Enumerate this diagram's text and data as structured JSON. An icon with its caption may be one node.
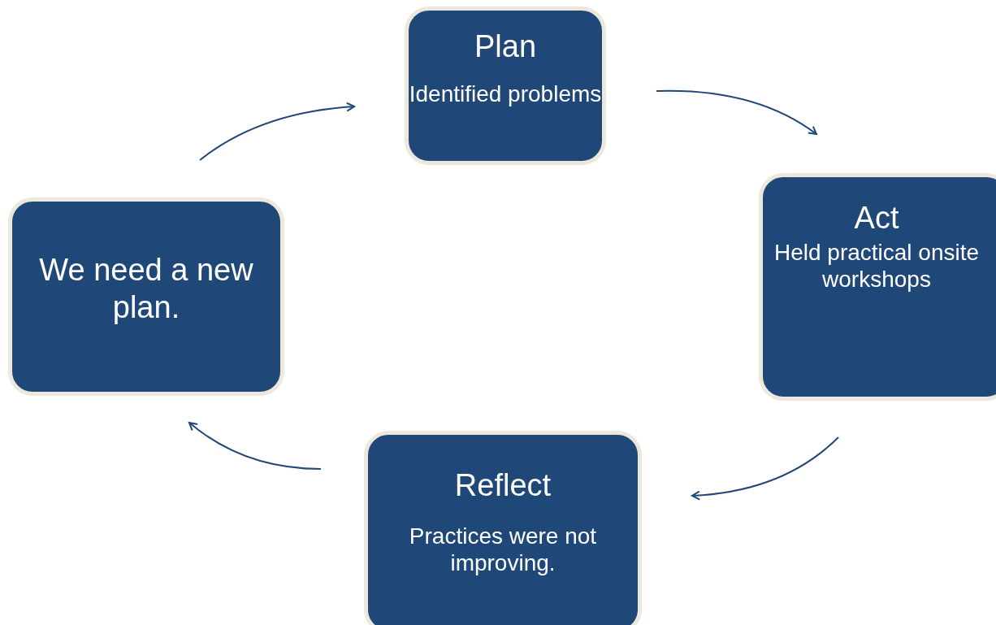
{
  "diagram": {
    "nodes": [
      {
        "text": [
          "Plan",
          "Identified problems"
        ]
      },
      {
        "text": [
          "Act",
          "Held practical onsite workshops"
        ]
      },
      {
        "text": [
          "Reflect",
          "Practices were not improving."
        ]
      },
      {
        "text": [
          "We need a new plan."
        ]
      }
    ],
    "edges": [
      {
        "from": 0,
        "to": 1,
        "arrow": "to"
      },
      {
        "from": 1,
        "to": 2,
        "arrow": "to"
      },
      {
        "from": 2,
        "to": 3,
        "arrow": "to"
      },
      {
        "from": 3,
        "to": 0,
        "arrow": "to"
      }
    ]
  }
}
